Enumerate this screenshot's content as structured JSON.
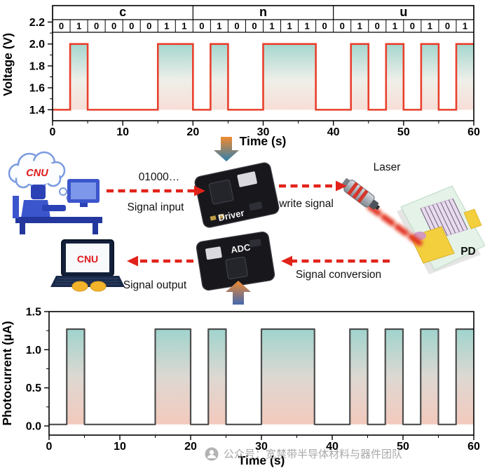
{
  "chart_data": [
    {
      "type": "line",
      "subtype": "digital-square-wave",
      "title": "",
      "ylabel": "Voltage (V)",
      "xlabel": "Time (s)",
      "x_range": [
        0,
        60
      ],
      "xticks": [
        0,
        10,
        20,
        30,
        40,
        50,
        60
      ],
      "yticks": [
        1.4,
        1.6,
        1.8,
        2.0,
        2.2
      ],
      "letters": [
        "c",
        "n",
        "u"
      ],
      "bits": [
        0,
        1,
        0,
        0,
        0,
        0,
        1,
        1,
        0,
        1,
        0,
        0,
        1,
        1,
        1,
        0,
        0,
        1,
        0,
        1,
        0,
        1,
        0,
        1
      ],
      "bit_duration_s": 2.5,
      "low_V": 1.4,
      "high_V": 2.0,
      "line_color": "#e8402c",
      "fill_gradient": [
        "#a3d6ce",
        "#efefe9",
        "#f7ded6"
      ],
      "grid": false,
      "legend": "none"
    },
    {
      "type": "line",
      "subtype": "digital-square-wave",
      "title": "",
      "ylabel": "Photocurrent (µA)",
      "xlabel": "Time (s)",
      "x_range": [
        0,
        60
      ],
      "xticks": [
        0,
        10,
        20,
        30,
        40,
        50,
        60
      ],
      "yticks": [
        0.0,
        0.5,
        1.0,
        1.5
      ],
      "bits": [
        0,
        1,
        0,
        0,
        0,
        0,
        1,
        1,
        0,
        1,
        0,
        0,
        1,
        1,
        1,
        0,
        0,
        1,
        0,
        1,
        0,
        1,
        0,
        1
      ],
      "bit_duration_s": 2.5,
      "low_uA": 0.02,
      "high_uA": 1.27,
      "line_color": "#4d4d4d",
      "fill_gradient": [
        "#a0d4cd",
        "#ded8d2",
        "#f4c9bc"
      ],
      "grid": false,
      "legend": "none"
    }
  ],
  "diagram": {
    "cloud_label": "CNU",
    "input_code": "01000…",
    "signal_input_label": "Signal input",
    "driver_label": "Driver",
    "write_signal_label": "write signal",
    "laser_label": "Laser",
    "pd_label": "PD",
    "adc_label": "ADC",
    "signal_conversion_label": "Signal conversion",
    "signal_output_label": "Signal output",
    "laptop_screen_text": "CNU",
    "arrow_color": "#e2231a",
    "gradient_arrow_colors": [
      "#f08a2e",
      "#2e7fae"
    ]
  },
  "watermark": {
    "text": "公众号：宽禁带半导体材料与器件团队",
    "logo": "wechat-official-account-icon"
  }
}
